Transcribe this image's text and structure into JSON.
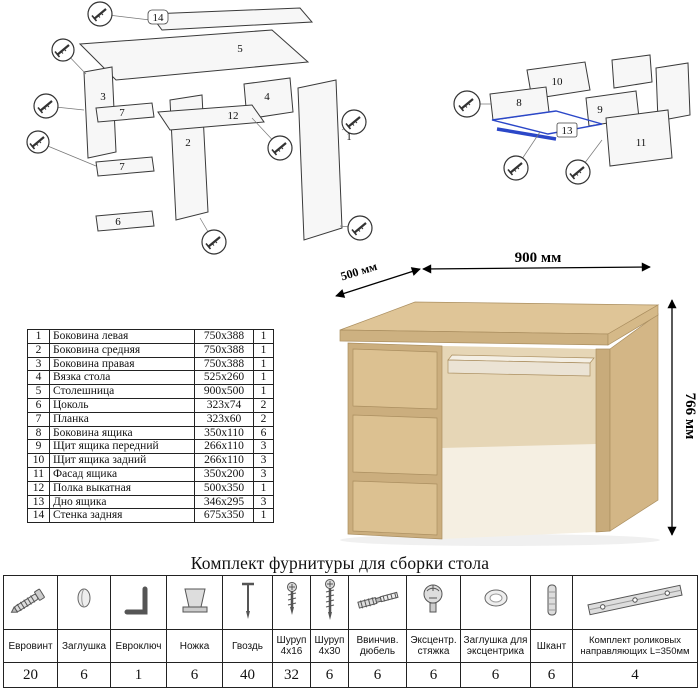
{
  "parts_table": {
    "rows": [
      {
        "num": "1",
        "name": "Боковина левая",
        "size": "750x388",
        "qty": "1"
      },
      {
        "num": "2",
        "name": "Боковина средняя",
        "size": "750x388",
        "qty": "1"
      },
      {
        "num": "3",
        "name": "Боковина правая",
        "size": "750x388",
        "qty": "1"
      },
      {
        "num": "4",
        "name": "Вязка стола",
        "size": "525x260",
        "qty": "1"
      },
      {
        "num": "5",
        "name": "Столешница",
        "size": "900x500",
        "qty": "1"
      },
      {
        "num": "6",
        "name": "Цоколь",
        "size": "323x74",
        "qty": "2"
      },
      {
        "num": "7",
        "name": "Планка",
        "size": "323x60",
        "qty": "2"
      },
      {
        "num": "8",
        "name": "Боковина ящика",
        "size": "350x110",
        "qty": "6"
      },
      {
        "num": "9",
        "name": "Щит ящика передний",
        "size": "266x110",
        "qty": "3"
      },
      {
        "num": "10",
        "name": "Щит ящика задний",
        "size": "266x110",
        "qty": "3"
      },
      {
        "num": "11",
        "name": "Фасад ящика",
        "size": "350x200",
        "qty": "3"
      },
      {
        "num": "12",
        "name": "Полка выкатная",
        "size": "500x350",
        "qty": "1"
      },
      {
        "num": "13",
        "name": "Дно ящика",
        "size": "346x295",
        "qty": "3"
      },
      {
        "num": "14",
        "name": "Стенка задняя",
        "size": "675x350",
        "qty": "1"
      }
    ]
  },
  "desk_figure": {
    "dim_width": "900 мм",
    "dim_depth": "500 мм",
    "dim_height": "766 мм"
  },
  "diagram": {
    "left_labels": {
      "n14": "14",
      "n5": "5",
      "n3": "3",
      "n7a": "7",
      "n7b": "7",
      "n6": "6",
      "n2": "2",
      "n4": "4",
      "n12": "12",
      "n1": "1"
    },
    "right_labels": {
      "n10": "10",
      "n8": "8",
      "n13": "13",
      "n9": "9",
      "n11": "11"
    }
  },
  "hardware": {
    "title": "Комплект фурнитуры для сборки стола",
    "items": [
      {
        "name": "Евровинт",
        "qty": "20"
      },
      {
        "name": "Заглушка",
        "qty": "6"
      },
      {
        "name": "Евроключ",
        "qty": "1"
      },
      {
        "name": "Ножка",
        "qty": "6"
      },
      {
        "name": "Гвоздь",
        "qty": "40"
      },
      {
        "name": "Шуруп 4x16",
        "qty": "32"
      },
      {
        "name": "Шуруп 4x30",
        "qty": "6"
      },
      {
        "name": "Ввинчив. дюбель",
        "qty": "6"
      },
      {
        "name": "Эксцентр. стяжка",
        "qty": "6"
      },
      {
        "name": "Заглушка для эксцентрика",
        "qty": "6"
      },
      {
        "name": "Шкант",
        "qty": "6"
      },
      {
        "name": "Комплект роликовых направляющих L=350мм",
        "qty": "4"
      }
    ]
  },
  "colors": {
    "wood": "#d8bc8c",
    "wood_dark": "#c8ab7b",
    "highlight_blue": "#2b47c8",
    "line": "#333333"
  }
}
